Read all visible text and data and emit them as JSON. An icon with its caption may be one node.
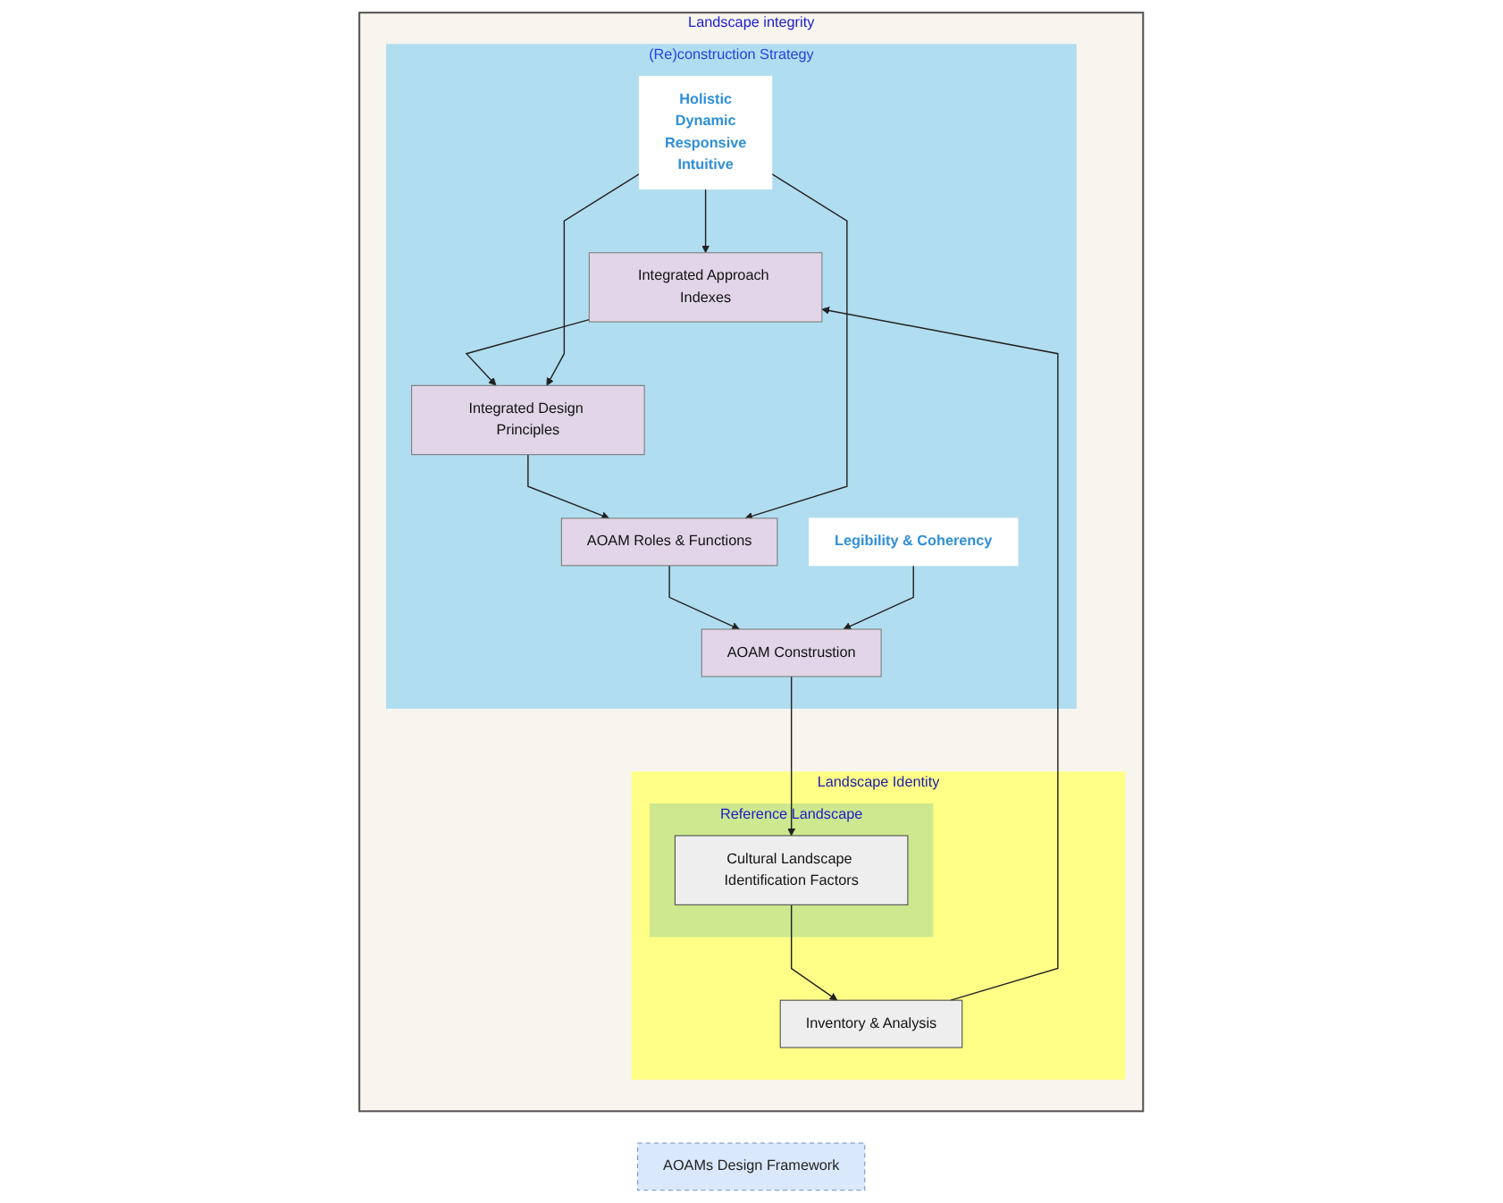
{
  "diagram": {
    "nodes": [
      {
        "text": [
          "AOAMs Design Framework"
        ]
      },
      {
        "text": [
          "Landscape integrity"
        ]
      },
      {
        "text": [
          "Landscape Identity"
        ],
        "in": 1
      },
      {
        "text": [
          "Reference Landscape"
        ],
        "in": 2
      },
      {
        "text": [
          "Cultural Landscape Identification Factors"
        ],
        "in": 3
      },
      {
        "text": [
          "Inventory & Analysis"
        ],
        "in": 2
      },
      {
        "text": [
          "(Re)construction Strategy"
        ],
        "in": 1
      },
      {
        "text": [
          "Integrated Approach Indexes"
        ],
        "in": 6
      },
      {
        "text": [
          "Integrated Design Principles"
        ],
        "in": 6
      },
      {
        "text": [
          "Holistic",
          "Dynamic",
          "Responsive",
          "Intuitive"
        ],
        "in": 6
      },
      {
        "text": [
          "AOAM Roles & Functions"
        ],
        "in": 6
      },
      {
        "text": [
          "AOAM Construstion"
        ],
        "in": 6
      },
      {
        "text": [
          "Legibility & Coherency"
        ],
        "in": 6
      }
    ],
    "edges": [
      {
        "from": 4,
        "to": 5,
        "arrow": "to"
      },
      {
        "from": 5,
        "to": 7,
        "arrow": "to"
      },
      {
        "from": 7,
        "to": 8,
        "arrow": "to"
      },
      {
        "from": 8,
        "to": 10,
        "arrow": "to"
      },
      {
        "from": 9,
        "to": 7,
        "arrow": "to"
      },
      {
        "from": 9,
        "to": 8,
        "arrow": "to"
      },
      {
        "from": 9,
        "to": 10,
        "arrow": "to"
      },
      {
        "from": 10,
        "to": 11,
        "arrow": "to"
      },
      {
        "from": 11,
        "to": 4,
        "arrow": "to"
      },
      {
        "from": 12,
        "to": 11,
        "arrow": "to"
      }
    ]
  }
}
